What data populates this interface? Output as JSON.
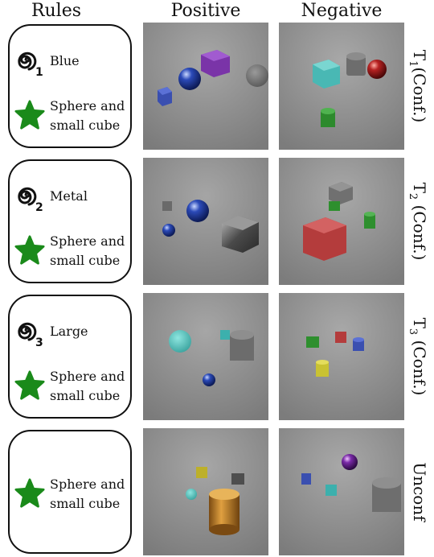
{
  "headers": {
    "rules": "Rules",
    "positive": "Positive",
    "negative": "Negative"
  },
  "rows": [
    {
      "spiral_index": "1",
      "rule": "Blue",
      "shared_rule": [
        "Sphere and",
        "small cube"
      ],
      "label_main": "T",
      "label_sub": "1",
      "label_suffix": "(Conf.)"
    },
    {
      "spiral_index": "2",
      "rule": "Metal",
      "shared_rule": [
        "Sphere and",
        "small cube"
      ],
      "label_main": "T",
      "label_sub": "2",
      "label_suffix": " (Conf.)"
    },
    {
      "spiral_index": "3",
      "rule": "Large",
      "shared_rule": [
        "Sphere and",
        "small cube"
      ],
      "label_main": "T",
      "label_sub": "3",
      "label_suffix": " (Conf.)"
    },
    {
      "spiral_index": "",
      "rule": "",
      "shared_rule": [
        "Sphere and",
        "small cube"
      ],
      "label_main": "Unconf",
      "label_sub": "",
      "label_suffix": ""
    }
  ],
  "icons": {
    "confounding_rule": "spiral-icon",
    "shared_rule": "star-icon"
  },
  "colors": {
    "star": "#1a8a1a",
    "border": "#111111",
    "scene_bg": "#8e8e8e"
  }
}
